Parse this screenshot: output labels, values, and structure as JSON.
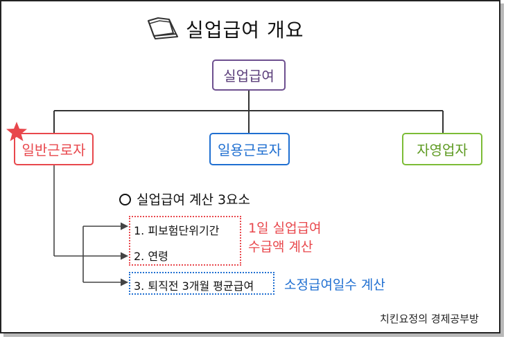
{
  "title": "실업급여 개요",
  "root": "실업급여",
  "categories": {
    "general": "일반근로자",
    "daily": "일용근로자",
    "self_employed": "자영업자"
  },
  "calc_heading": "실업급여 계산 3요소",
  "factors": [
    "1. 피보험단위기간",
    "2. 연령",
    "3. 퇴직전 3개월 평균급여"
  ],
  "note_benefit": [
    "1일 실업급여",
    "수급액 계산"
  ],
  "note_days": "소정급여일수 계산",
  "credit": "치킨요정의 경제공부방",
  "icons": [
    "book-icon",
    "star-icon",
    "circle-bullet-icon"
  ],
  "colors": {
    "root": "#6d4f8f",
    "general": "#e8474c",
    "daily": "#1f6fd1",
    "self_employed": "#7cbc36",
    "frame": "#222222"
  }
}
